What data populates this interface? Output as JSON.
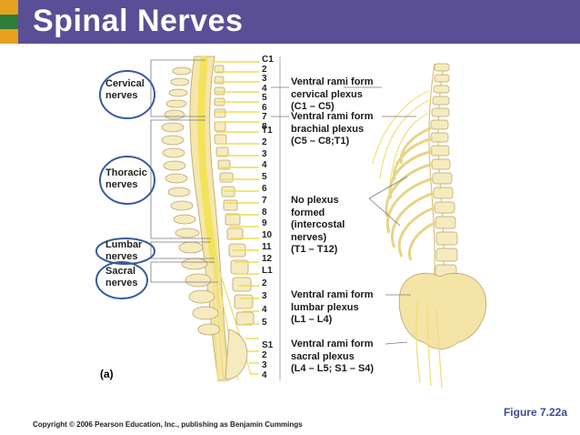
{
  "slide": {
    "title": "Spinal Nerves",
    "figure_label": "Figure 7.22a",
    "copyright": "Copyright © 2006 Pearson Education, Inc., publishing as Benjamin Cummings",
    "part_label": "(a)"
  },
  "groups": [
    {
      "name": "Cervical",
      "suffix": "nerves"
    },
    {
      "name": "Thoracic",
      "suffix": "nerves"
    },
    {
      "name": "Lumbar",
      "suffix": "nerves"
    },
    {
      "name": "Sacral",
      "suffix": "nerves"
    }
  ],
  "numbers": {
    "cervical": [
      "C1",
      "2",
      "3",
      "4",
      "5",
      "6",
      "7",
      "8"
    ],
    "thoracic": [
      "T1",
      "2",
      "3",
      "4",
      "5",
      "6",
      "7",
      "8",
      "9",
      "10",
      "11",
      "12"
    ],
    "lumbar": [
      "L1",
      "2",
      "3",
      "4",
      "5"
    ],
    "sacral": [
      "S1",
      "2",
      "3",
      "4"
    ]
  },
  "annotations": [
    {
      "lines": [
        "Ventral rami form",
        "cervical plexus",
        "(C1 – C5)"
      ]
    },
    {
      "lines": [
        "Ventral rami form",
        "brachial plexus",
        "(C5 – C8;T1)"
      ]
    },
    {
      "lines": [
        "No plexus",
        "formed",
        "(intercostal",
        "nerves)",
        "(T1 – T12)"
      ]
    },
    {
      "lines": [
        "Ventral rami form",
        "lumbar plexus",
        "(L1 – L4)"
      ]
    },
    {
      "lines": [
        "Ventral rami form",
        "sacral plexus",
        "(L4 – L5; S1 – S4)"
      ]
    }
  ],
  "colors": {
    "title_bar": "#5a4f96",
    "bone": "#f4e6a6",
    "nerve": "#f2e35a",
    "circle": "#3a5a9a"
  }
}
